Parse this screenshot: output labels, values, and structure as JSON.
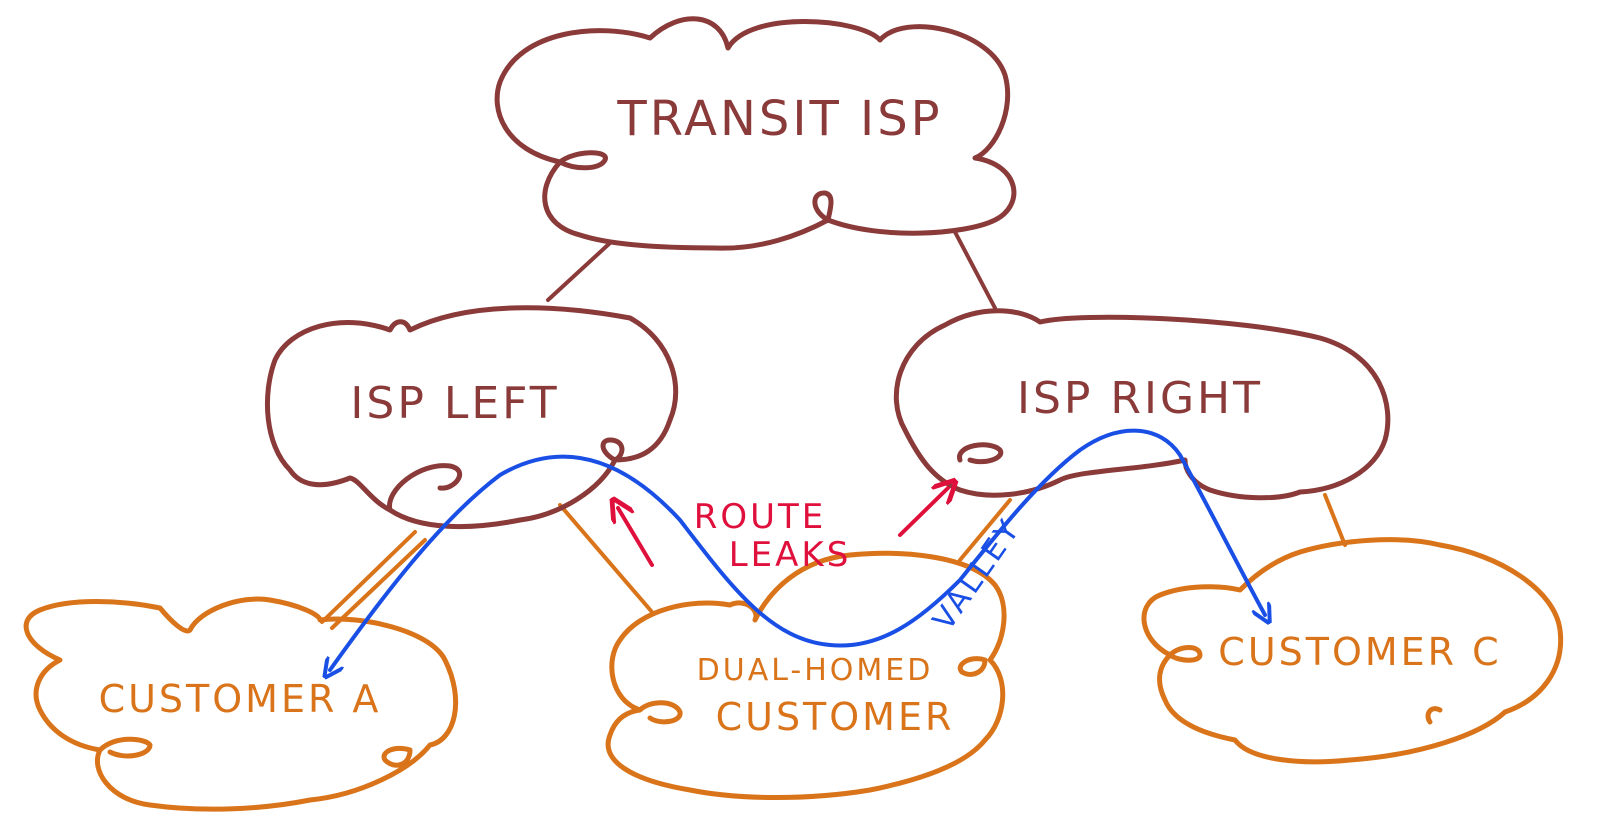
{
  "nodes": {
    "transit_isp": "TRANSIT ISP",
    "isp_left": "ISP LEFT",
    "isp_right": "ISP RIGHT",
    "customer_a": "CUSTOMER A",
    "dual_homed_line1": "DUAL-HOMED",
    "dual_homed_line2": "CUSTOMER",
    "customer_c": "CUSTOMER C"
  },
  "annotations": {
    "route_leaks_line1": "ROUTE",
    "route_leaks_line2": "LEAKS",
    "valley": "VALLEY"
  },
  "colors": {
    "isp": "#8b3a3a",
    "customer": "#d9741a",
    "leak_path": "#1a4fe6",
    "route_leaks": "#e0103c"
  }
}
